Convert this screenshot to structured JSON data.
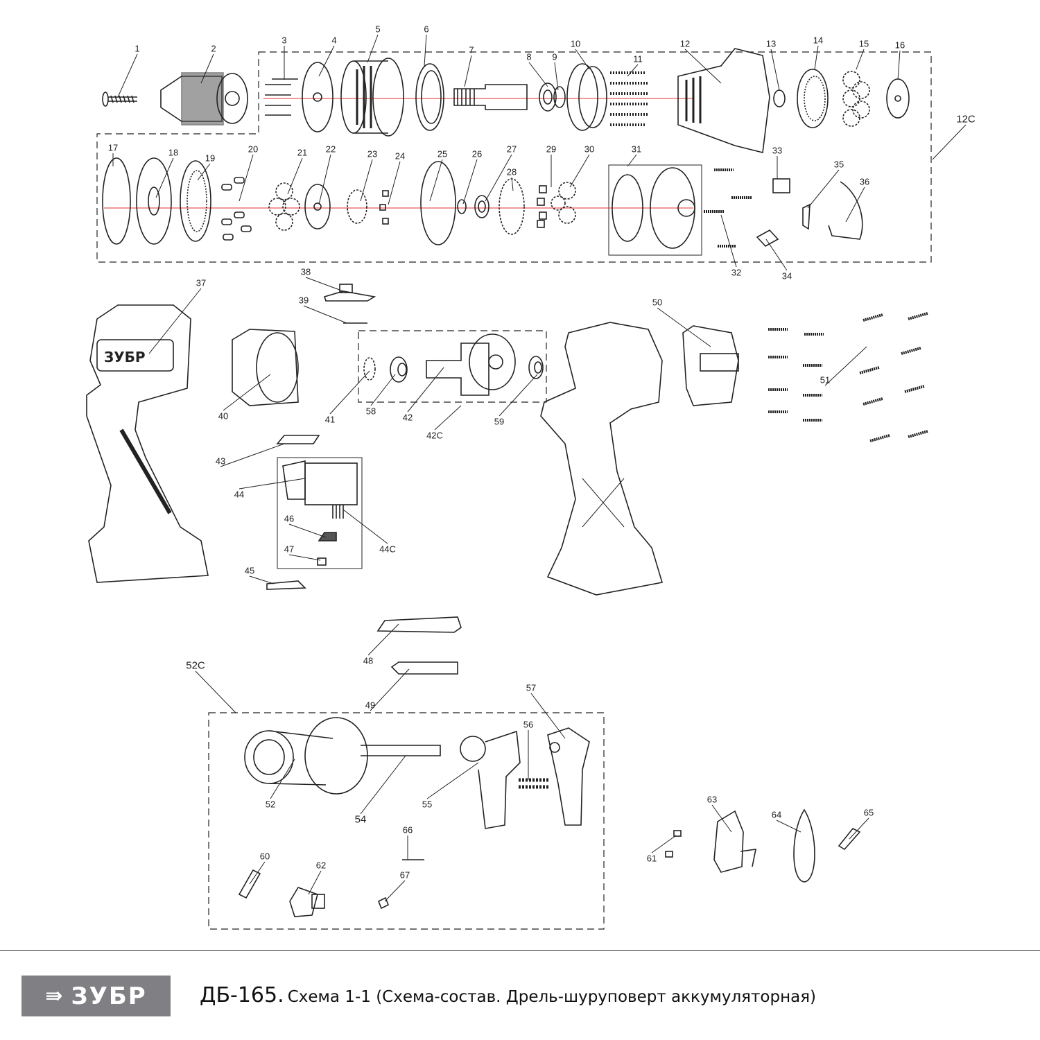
{
  "callouts": {
    "c1": "1",
    "c2": "2",
    "c3": "3",
    "c4": "4",
    "c5": "5",
    "c6": "6",
    "c7": "7",
    "c8": "8",
    "c9": "9",
    "c10": "10",
    "c11": "11",
    "c12": "12",
    "c13": "13",
    "c14": "14",
    "c15": "15",
    "c16": "16",
    "c12C": "12C",
    "c17": "17",
    "c18": "18",
    "c19": "19",
    "c20": "20",
    "c21": "21",
    "c22": "22",
    "c23": "23",
    "c24": "24",
    "c25": "25",
    "c26": "26",
    "c27": "27",
    "c28": "28",
    "c29": "29",
    "c30": "30",
    "c31": "31",
    "c32": "32",
    "c33": "33",
    "c34": "34",
    "c35": "35",
    "c36": "36",
    "c37": "37",
    "c38": "38",
    "c39": "39",
    "c40": "40",
    "c41": "41",
    "c42": "42",
    "c42C": "42C",
    "c43": "43",
    "c44": "44",
    "c44C": "44C",
    "c45": "45",
    "c46": "46",
    "c47": "47",
    "c48": "48",
    "c49": "49",
    "c50": "50",
    "c51": "51",
    "c52": "52",
    "c52C": "52C",
    "c54": "54",
    "c55": "55",
    "c56": "56",
    "c57": "57",
    "c58": "58",
    "c59": "59",
    "c60": "60",
    "c61": "61",
    "c62": "62",
    "c63": "63",
    "c64": "64",
    "c65": "65",
    "c66": "66",
    "c67": "67"
  },
  "housing_logo": "ЗУБР",
  "footer": {
    "brand": "ЗУБР",
    "model": "ДБ-165.",
    "description": "Схема 1-1 (Схема-состав. Дрель-шуруповерт аккумуляторная)"
  },
  "colors": {
    "axis_line": "#e03030",
    "logo_bg": "#808084",
    "stroke": "#222222"
  }
}
